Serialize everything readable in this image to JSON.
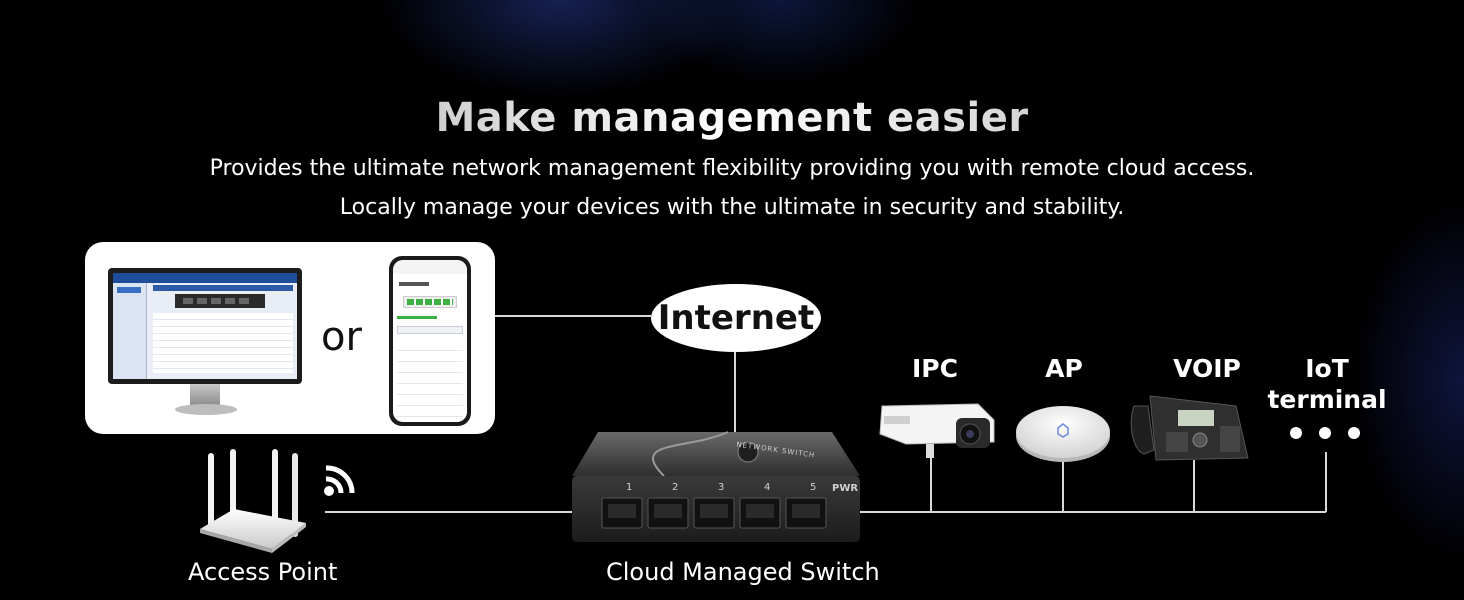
{
  "header": {
    "title": "Make management easier",
    "subtitle_line1": "Provides the ultimate network management flexibility providing you with remote cloud access.",
    "subtitle_line2": "Locally manage your devices with the ultimate in security and stability."
  },
  "management": {
    "or_label": "or"
  },
  "internet": {
    "label": "Internet"
  },
  "switch": {
    "label": "Cloud Managed Switch",
    "brand_text": "NETWORK SWITCH",
    "power_label": "PWR",
    "port_numbers": [
      "1",
      "2",
      "3",
      "4",
      "5"
    ]
  },
  "access_point": {
    "label": "Access Point"
  },
  "devices": [
    {
      "label": "IPC",
      "icon": "camera-icon"
    },
    {
      "label": "AP",
      "icon": "ceiling-ap-icon"
    },
    {
      "label": "VOIP",
      "icon": "ip-phone-icon"
    },
    {
      "label": "IoT\nterminal",
      "icon": "more-dots-icon"
    }
  ],
  "colors": {
    "background": "#000000",
    "card": "#ffffff",
    "line": "#d8d8d8"
  }
}
